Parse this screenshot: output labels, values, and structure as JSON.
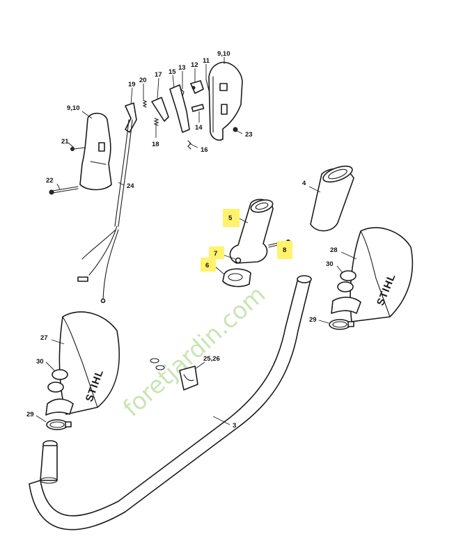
{
  "labels": {
    "p910a": "9,10",
    "p910b": "9,10",
    "p11": "11",
    "p12": "12",
    "p13": "13",
    "p14": "14",
    "p15": "15",
    "p16": "16",
    "p17": "17",
    "p18": "18",
    "p19": "19",
    "p20": "20",
    "p21": "21",
    "p22": "22",
    "p23": "23",
    "p24": "24",
    "p4": "4",
    "p5": "5",
    "p6": "6",
    "p7": "7",
    "p8": "8",
    "p28": "28",
    "p30a": "30",
    "p30b": "30",
    "p29a": "29",
    "p29b": "29",
    "p27": "27",
    "p2526": "25,26",
    "p3": "3"
  },
  "brand": {
    "guard_left": "STIHL",
    "guard_right": "STIHL"
  },
  "watermark": "foretjardin.com",
  "colors": {
    "highlight": "#fff36b",
    "watermark": "#b9dc9a",
    "line": "#1a1a1a"
  }
}
